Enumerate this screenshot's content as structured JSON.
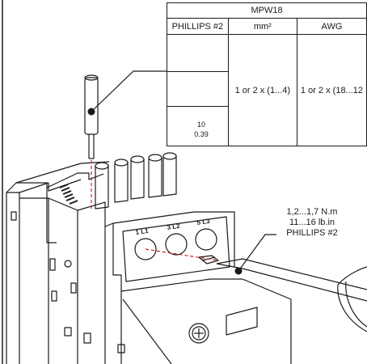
{
  "table": {
    "title": "MPW18",
    "columns": [
      "PHILLIPS #2",
      "mm²",
      "AWG"
    ],
    "mm2_value": "1 or 2 x (1...4)",
    "awg_value": "1 or 2 x (18...12"
  },
  "strip_length": {
    "mm": "10",
    "inch": "0.39"
  },
  "torque": {
    "line1": "1,2...1,7 N.m",
    "line2": "11...16 lb.in",
    "line3": "PHILLIPS #2"
  },
  "terminal_labels": [
    "1 L1",
    "3 L2",
    "5 L3"
  ],
  "colors": {
    "line": "#1a1a1a",
    "dashed": "#d42020"
  }
}
